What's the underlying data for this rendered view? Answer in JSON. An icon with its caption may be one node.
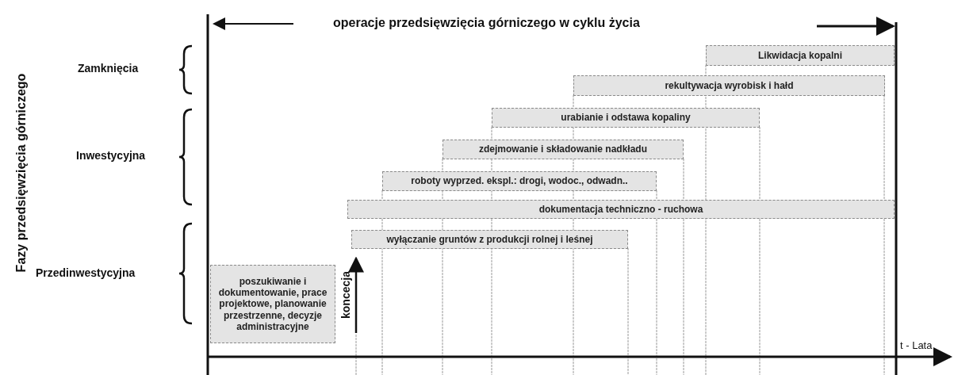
{
  "diagram": {
    "title": "operacje przedsięwzięcia górniczego w cyklu życia",
    "nodes": [
      {
        "text": [
          "Likwidacja kopalni"
        ]
      },
      {
        "text": [
          "rekultywacja wyrobisk i hałd"
        ]
      },
      {
        "text": [
          "urabianie i odstawa kopaliny"
        ]
      },
      {
        "text": [
          "zdejmowanie i składowanie nadkładu"
        ]
      },
      {
        "text": [
          "roboty wyprzed. ekspl.: drogi, wodoc., odwadn.."
        ]
      },
      {
        "text": [
          "dokumentacja techniczno - ruchowa"
        ]
      },
      {
        "text": [
          "wyłączanie gruntów z produkcji rolnej i leśnej"
        ]
      },
      {
        "text": [
          "poszukiwanie i dokumentowanie, prace projektowe, planowanie przestrzenne, decyzje administracyjne"
        ]
      }
    ],
    "labels": [
      "Fazy przedsięwzięcia górniczego",
      "Zamknięcia",
      "Inwestycyjna",
      "Przedinwestycyjna",
      "koncecja",
      "t - Lata"
    ]
  }
}
